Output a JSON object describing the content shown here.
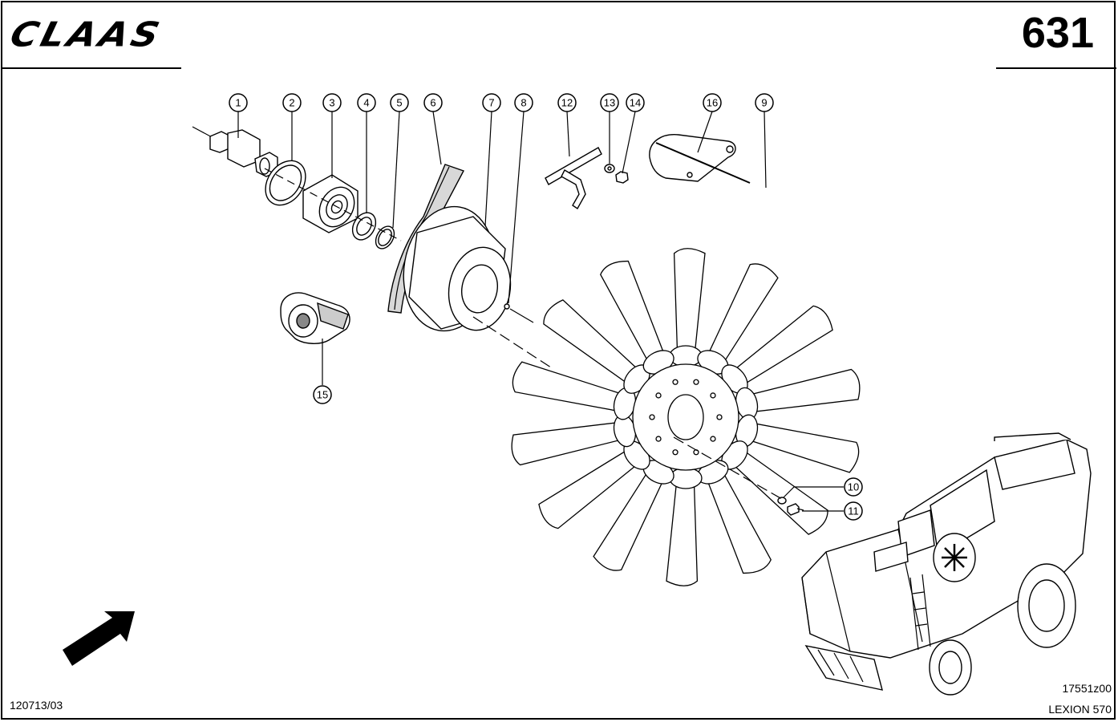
{
  "header": {
    "logo_text": "CLAAS",
    "page_number": "631"
  },
  "footer": {
    "left_code": "120713/03",
    "drawing_code": "17551z00",
    "model": "LEXION 570"
  },
  "callouts": [
    "1",
    "2",
    "3",
    "4",
    "5",
    "6",
    "7",
    "8",
    "12",
    "13",
    "14",
    "16",
    "9",
    "15",
    "10",
    "11"
  ],
  "colors": {
    "line": "#000000",
    "background": "#ffffff"
  }
}
